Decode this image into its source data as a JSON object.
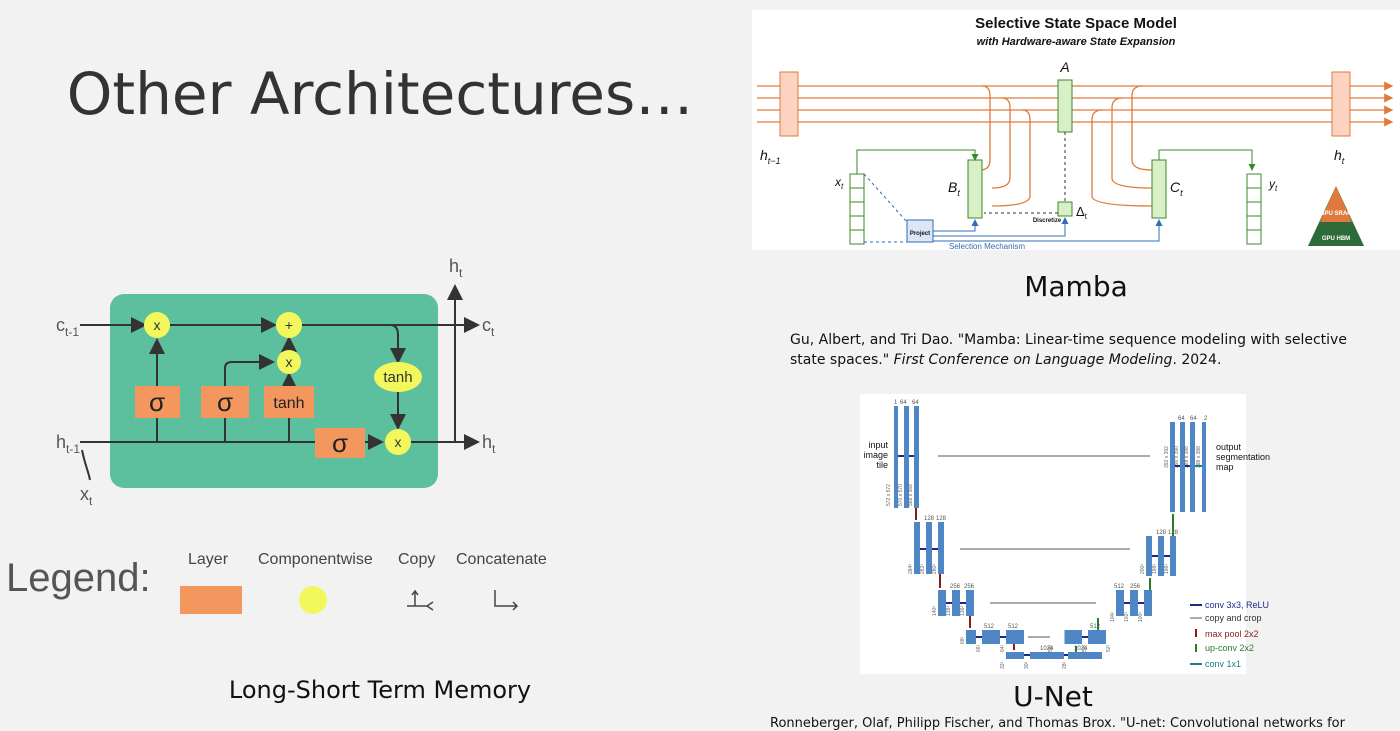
{
  "slide": {
    "title": "Other Architectures…"
  },
  "lstm": {
    "caption": "Long-Short Term Memory",
    "labels": {
      "c_prev": "c",
      "c_prev_sub": "t-1",
      "c_out": "c",
      "c_out_sub": "t",
      "h_prev": "h",
      "h_prev_sub": "t-1",
      "h_out": "h",
      "h_out_sub": "t",
      "h_top": "h",
      "h_top_sub": "t",
      "x_in": "x",
      "x_in_sub": "t",
      "sigma": "σ",
      "tanh": "tanh",
      "times": "x",
      "plus": "+"
    },
    "colors": {
      "cell": "#5cbf9e",
      "layer": "#f4975e",
      "pointwise": "#f2f75c"
    }
  },
  "legend": {
    "title": "Legend:",
    "items": [
      "Layer",
      "Componentwise",
      "Copy",
      "Concatenate"
    ]
  },
  "mamba": {
    "caption": "Mamba",
    "title": "Selective State Space Model",
    "subtitle": "with Hardware-aware State Expansion",
    "labels": {
      "A": "A",
      "h_prev": "h",
      "h_prev_sub": "t−1",
      "h_t": "h",
      "h_t_sub": "t",
      "x_t": "x",
      "x_t_sub": "t",
      "B_t": "B",
      "B_t_sub": "t",
      "C_t": "C",
      "C_t_sub": "t",
      "y_t": "y",
      "y_t_sub": "t",
      "delta": "Δ",
      "delta_sub": "t",
      "project": "Project",
      "discretize": "Discretize",
      "selection": "Selection Mechanism",
      "gpu_sram": "GPU SRAM",
      "gpu_hbm": "GPU HBM"
    },
    "citation": "Gu, Albert, and Tri Dao. \"Mamba: Linear-time sequence modeling with selective state spaces.\"",
    "citation_venue": "First Conference on Language Modeling",
    "citation_year": ". 2024."
  },
  "unet": {
    "caption": "U-Net",
    "labels": {
      "input": [
        "input",
        "image",
        "tile"
      ],
      "output": [
        "output",
        "segmentation",
        "map"
      ],
      "ch": [
        "1",
        "64",
        "64",
        "128",
        "128",
        "256",
        "256",
        "512",
        "512",
        "1024",
        "1024",
        "512",
        "512",
        "256",
        "128",
        "128",
        "64",
        "64",
        "2"
      ],
      "sizes": [
        "572 x 572",
        "570 x 570",
        "568 x 568",
        "284²",
        "282²",
        "280²",
        "140²",
        "138²",
        "136²",
        "68²",
        "66²",
        "64²",
        "32²",
        "30²",
        "28²",
        "56²",
        "54²",
        "52²",
        "104²",
        "102²",
        "100²",
        "200²",
        "198²",
        "196²",
        "392 x 392",
        "390 x 390",
        "388 x 388",
        "388 x 388"
      ]
    },
    "legend": [
      "conv 3x3, ReLU",
      "copy and crop",
      "max pool 2x2",
      "up-conv 2x2",
      "conv 1x1"
    ],
    "citation": "Ronneberger, Olaf, Philipp Fischer, and Thomas Brox. \"U-net: Convolutional networks for"
  }
}
